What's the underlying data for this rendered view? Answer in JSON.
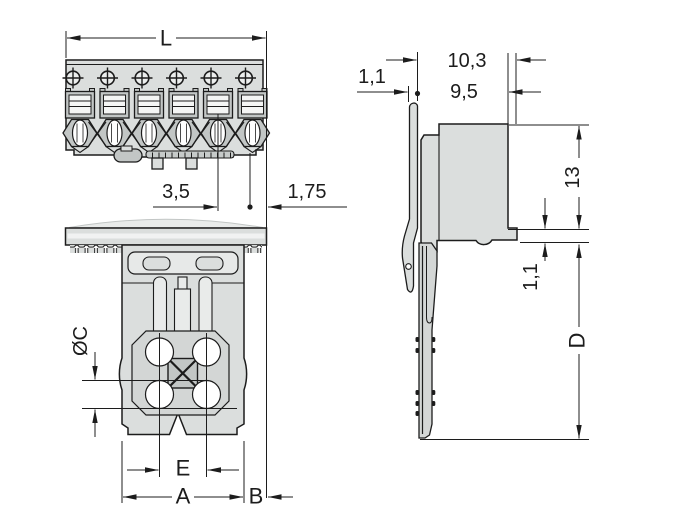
{
  "drawing_title": "connector-dimensional-drawing",
  "colors": {
    "background": "#ffffff",
    "line": "#1c1c1c",
    "body_fill": "#dbdedd",
    "body_dark": "#c2c6c5",
    "body_light": "#f3f4f4",
    "accent_light": "#e9ebea",
    "white": "#ffffff"
  },
  "front_view": {
    "poles": 6,
    "dims": {
      "width": "L",
      "pitch": "3,5",
      "edge_offset": "1,75"
    }
  },
  "section_view": {
    "dims": {
      "contact_diameter": "ØC",
      "contact_spacing": "E",
      "body_width": "A",
      "flange_overhang": "B"
    }
  },
  "side_view": {
    "dims": {
      "lever_thickness": "1,1",
      "depth_total": "10,3",
      "depth_body": "9,5",
      "upper_height": "13",
      "flange_step": "1,1",
      "pin_depth": "D"
    }
  }
}
